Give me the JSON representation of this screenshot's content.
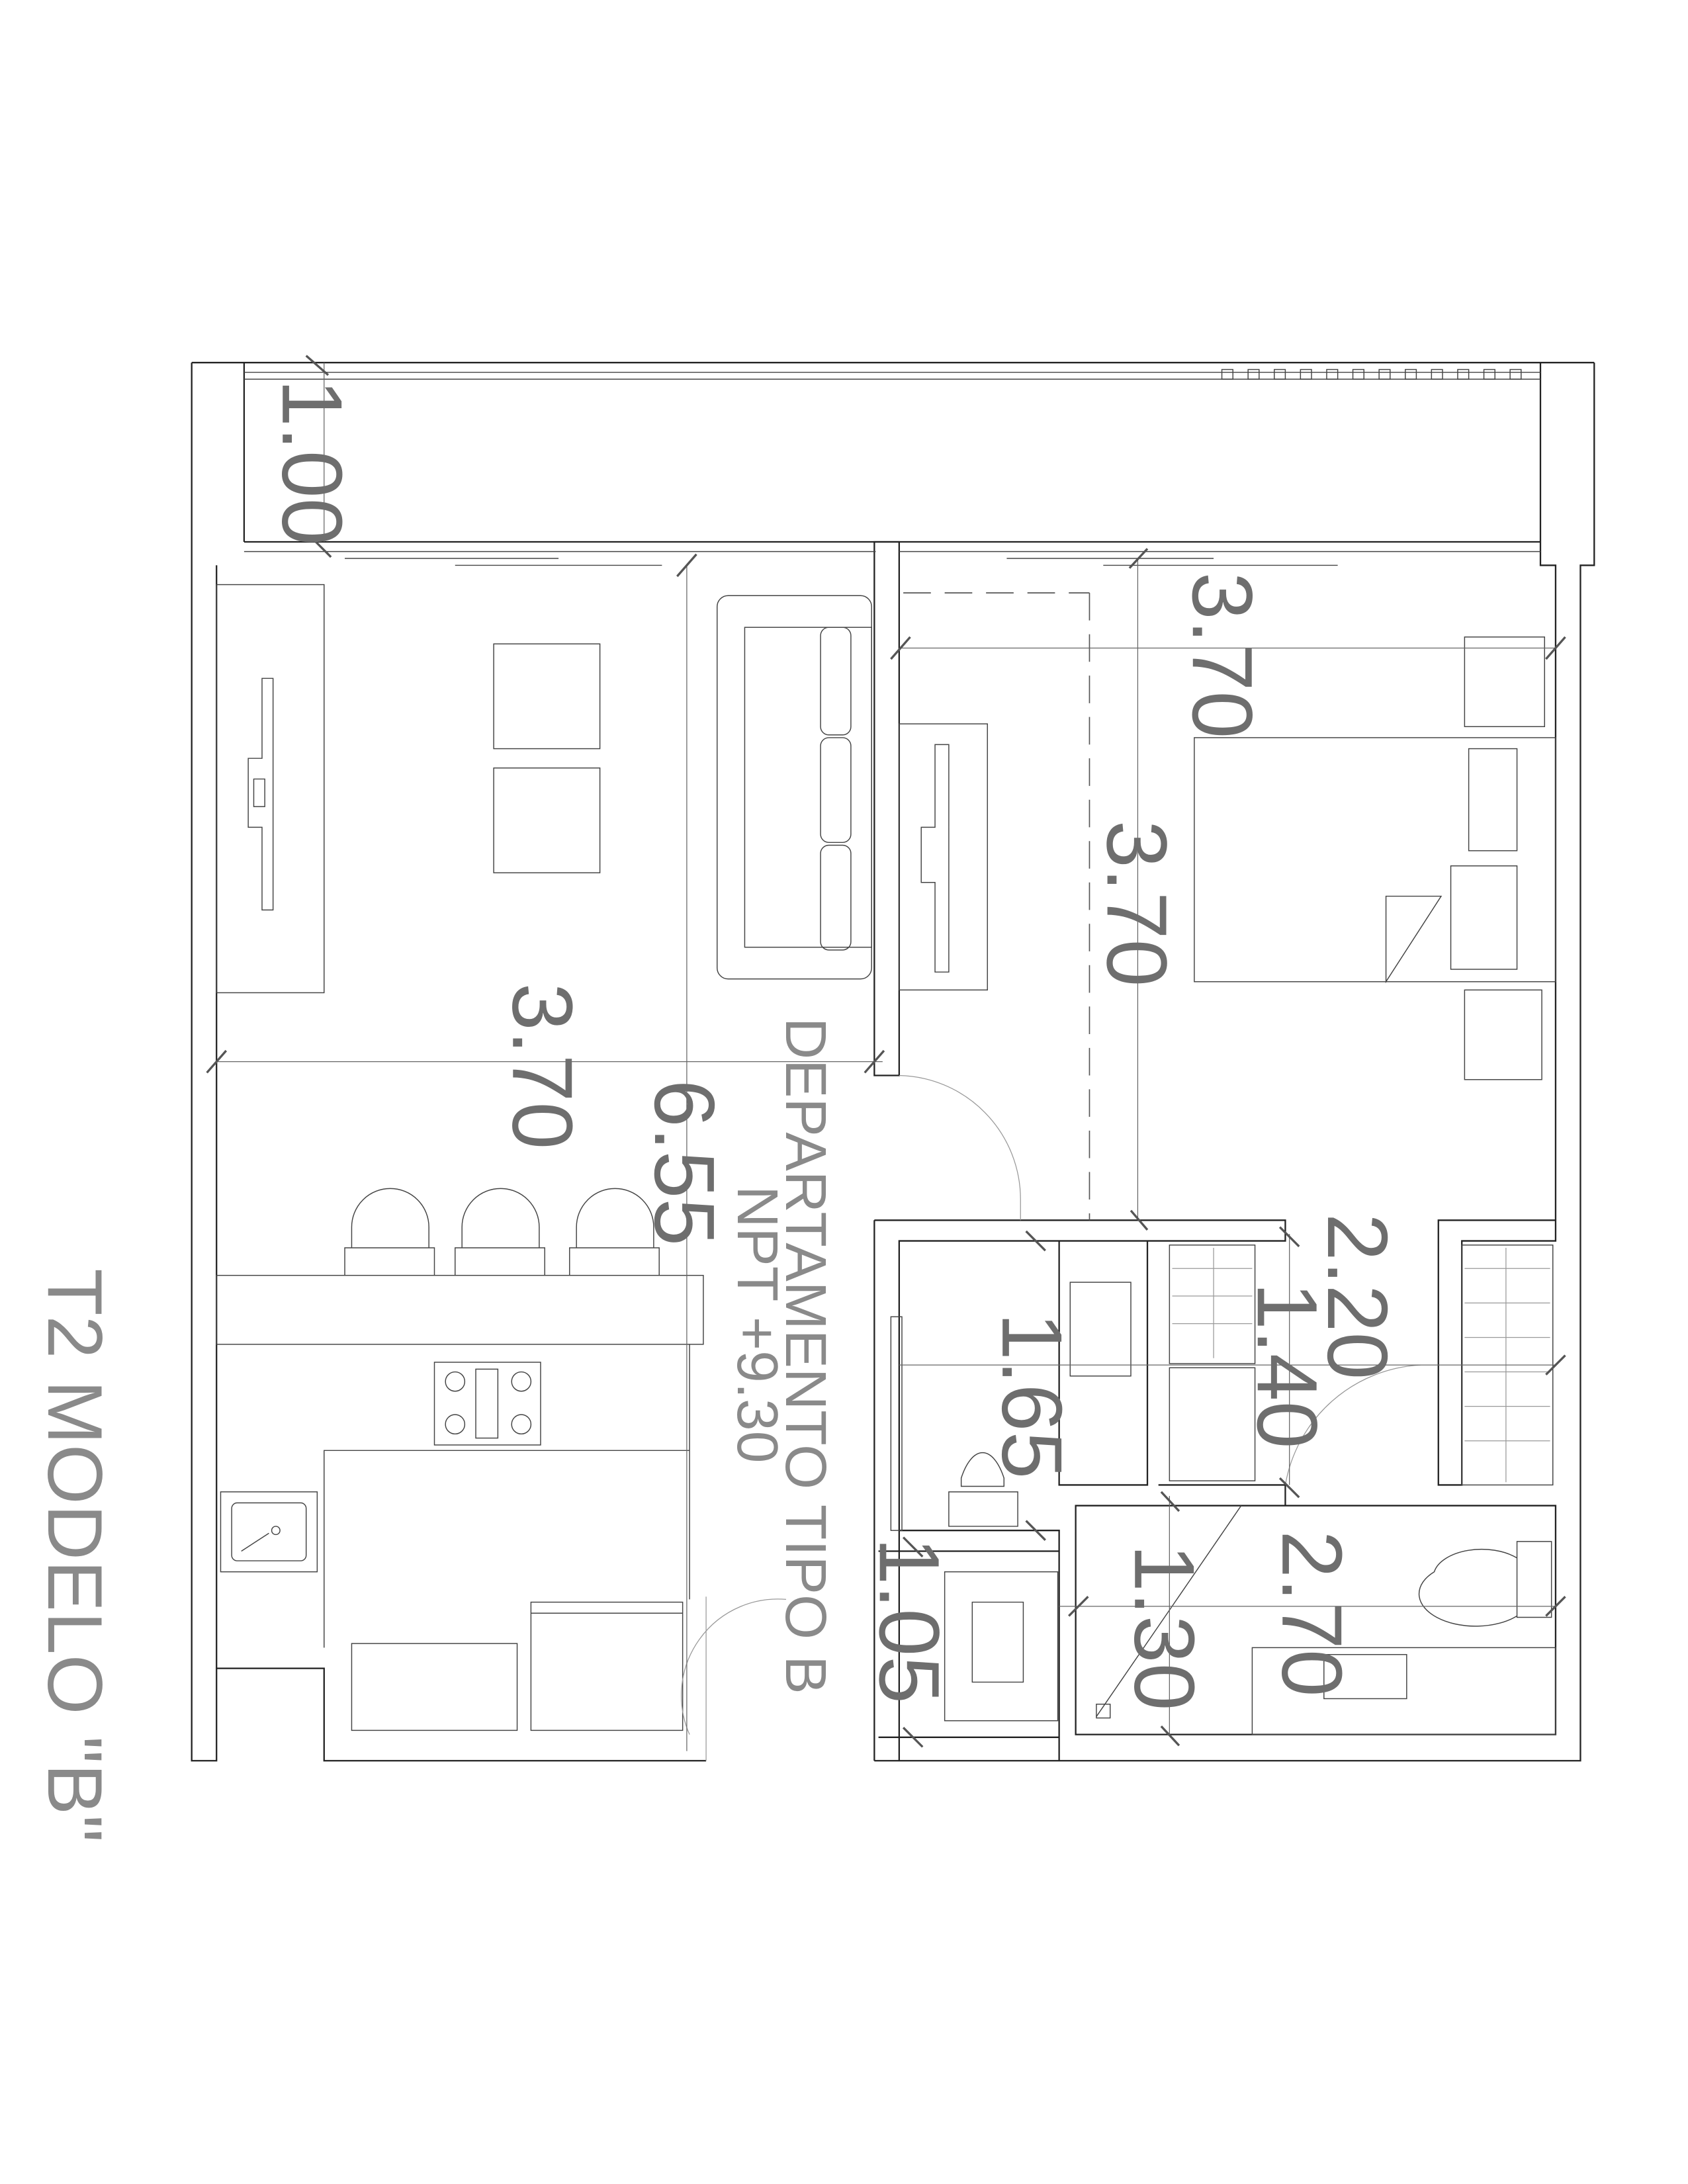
{
  "title": "T2 MODELO \"B\"",
  "unit_label": "DEPARTAMENTO TIPO B",
  "level_label": "NPT +9.30",
  "dimensions": {
    "balcony_depth": "1.00",
    "bedroom_width_top": "3.70",
    "bedroom_width_mid": "3.70",
    "living_width": "3.70",
    "living_depth": "6.55",
    "closet_width": "2.20",
    "closet_depth": "1.40",
    "bath1_width": "1.65",
    "laundry_width": "1.05",
    "hall_width": "1.30",
    "bath2_width": "2.70"
  },
  "colors": {
    "lines": "#222222",
    "text": "#6e6e6e"
  }
}
